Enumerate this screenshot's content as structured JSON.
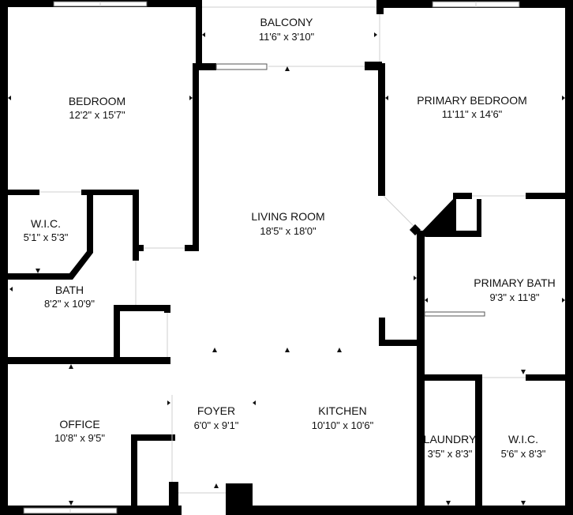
{
  "rooms": {
    "balcony": {
      "name": "BALCONY",
      "dims": "11'6\" x 3'10\""
    },
    "bedroom": {
      "name": "BEDROOM",
      "dims": "12'2\" x 15'7\""
    },
    "primary_bedroom": {
      "name": "PRIMARY BEDROOM",
      "dims": "11'11\" x 14'6\""
    },
    "living_room": {
      "name": "LIVING ROOM",
      "dims": "18'5\" x 18'0\""
    },
    "wic_1": {
      "name": "W.I.C.",
      "dims": "5'1\" x 5'3\""
    },
    "bath": {
      "name": "BATH",
      "dims": "8'2\" x 10'9\""
    },
    "primary_bath": {
      "name": "PRIMARY BATH",
      "dims": "9'3\" x 11'8\""
    },
    "office": {
      "name": "OFFICE",
      "dims": "10'8\" x 9'5\""
    },
    "foyer": {
      "name": "FOYER",
      "dims": "6'0\" x 9'1\""
    },
    "kitchen": {
      "name": "KITCHEN",
      "dims": "10'10\" x 10'6\""
    },
    "laundry": {
      "name": "LAUNDRY",
      "dims": "3'5\" x 8'3\""
    },
    "wic_2": {
      "name": "W.I.C.",
      "dims": "5'6\" x 8'3\""
    }
  },
  "colors": {
    "wall": "#000000",
    "background": "#ffffff"
  }
}
